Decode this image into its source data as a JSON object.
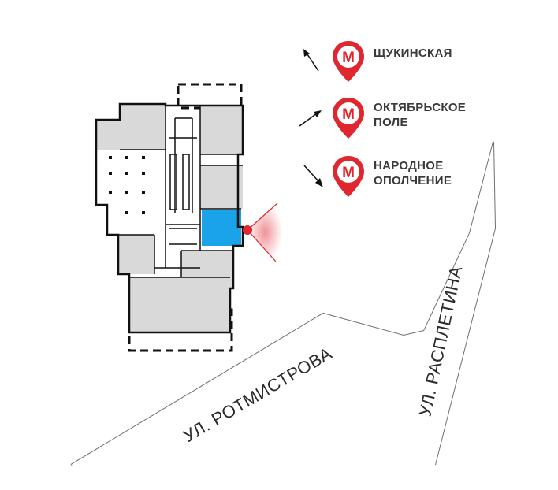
{
  "streets": [
    {
      "id": "rotmistrova",
      "label": "УЛ. РОТМИСТРОВА"
    },
    {
      "id": "rasspletina",
      "label": "УЛ. РАСПЛЕТИНА"
    }
  ],
  "metro": [
    {
      "id": "shchukinskaya",
      "label_lines": [
        "ЩУКИНСКАЯ"
      ],
      "direction": "north-west"
    },
    {
      "id": "oktyabrskoe-pole",
      "label_lines": [
        "ОКТЯБРЬСКОЕ",
        "ПОЛЕ"
      ],
      "direction": "north-east"
    },
    {
      "id": "narodnoe-opolchenie",
      "label_lines": [
        "НАРОДНОЕ",
        "ОПОЛЧЕНИЕ"
      ],
      "direction": "south-east"
    }
  ],
  "metro_icon": {
    "letter": "М",
    "color": "#e0262e"
  },
  "colors": {
    "highlight_unit": "#1aa3e8",
    "building_fill": "#d9d9d9",
    "outline": "#111111",
    "road_outline": "#6f6f6f",
    "entrance_marker": "#e0262e"
  },
  "icons": {
    "metro": "metro-pin-icon",
    "direction": "direction-arrow-icon",
    "entrance": "entrance-marker-icon"
  }
}
